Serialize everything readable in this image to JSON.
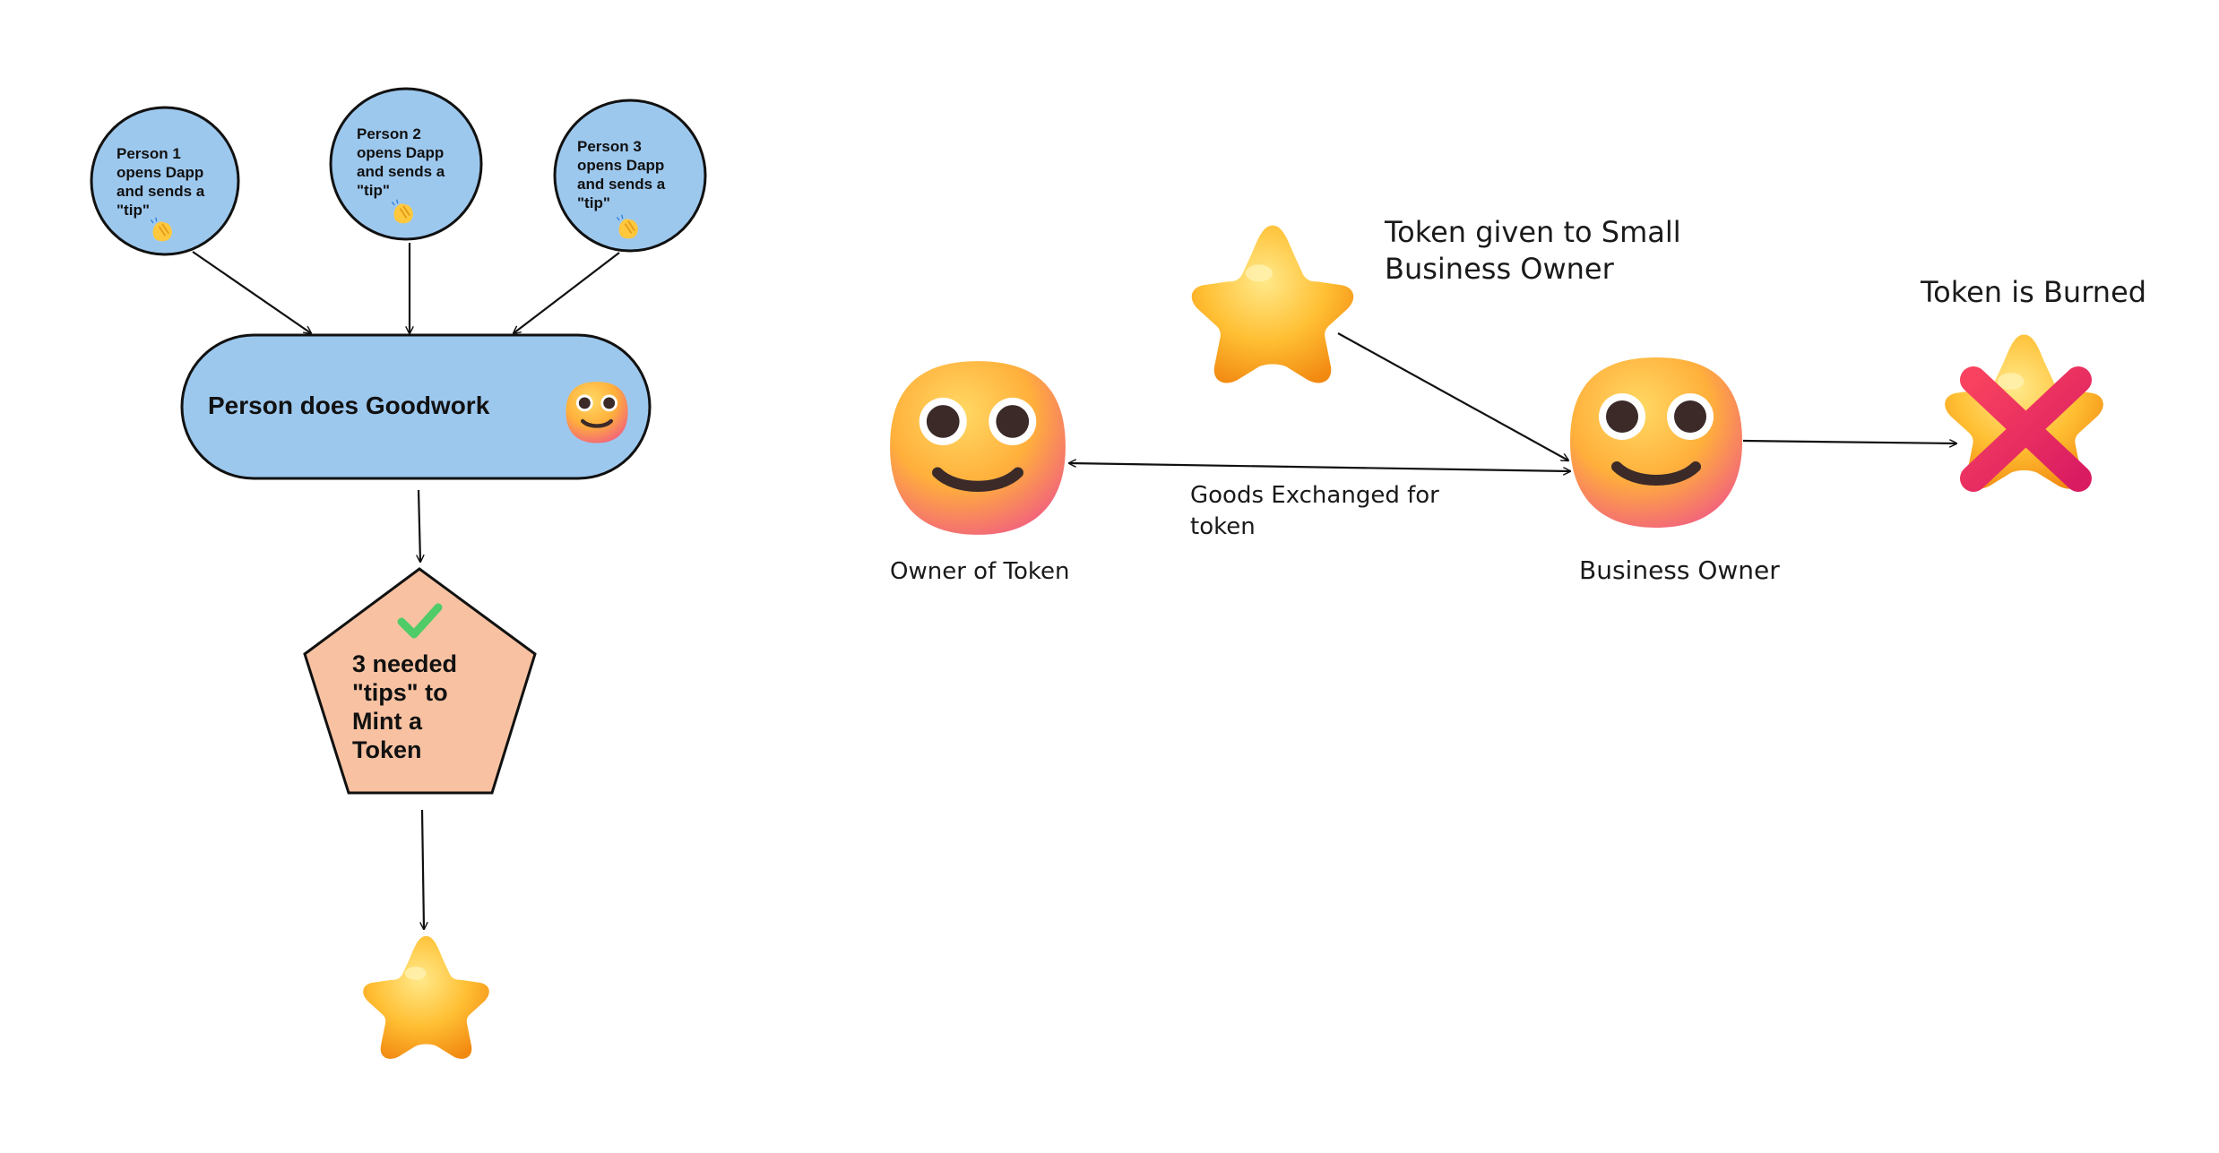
{
  "flow": {
    "person1": [
      "Person 1",
      "opens Dapp",
      "and sends a",
      "\"tip\""
    ],
    "person2": [
      "Person 2",
      "opens Dapp",
      "and sends a",
      "\"tip\""
    ],
    "person3": [
      "Person 3",
      "opens Dapp",
      "and sends a",
      "\"tip\""
    ],
    "goodwork": "Person does Goodwork",
    "mint": [
      "3 needed",
      "\"tips\" to",
      "Mint a",
      "Token"
    ]
  },
  "exchange": {
    "owner_of_token": "Owner of Token",
    "goods_exchanged": [
      "Goods Exchanged for",
      "token"
    ],
    "token_given": [
      "Token given to Small",
      "Business Owner"
    ],
    "business_owner": "Business Owner",
    "token_burned": "Token is Burned"
  },
  "colors": {
    "circle_fill": "#9dc8ee",
    "pill_fill": "#9dc8ee",
    "pentagon_fill": "#f8c2a2",
    "star": "#ffb72a",
    "emoji_face": "#ffb53b",
    "cross": "#ec2b5c",
    "check": "#4fcb68"
  },
  "icons": [
    "clapping-hands-icon",
    "smiling-face-icon",
    "check-mark-icon",
    "star-icon",
    "cross-mark-icon"
  ]
}
